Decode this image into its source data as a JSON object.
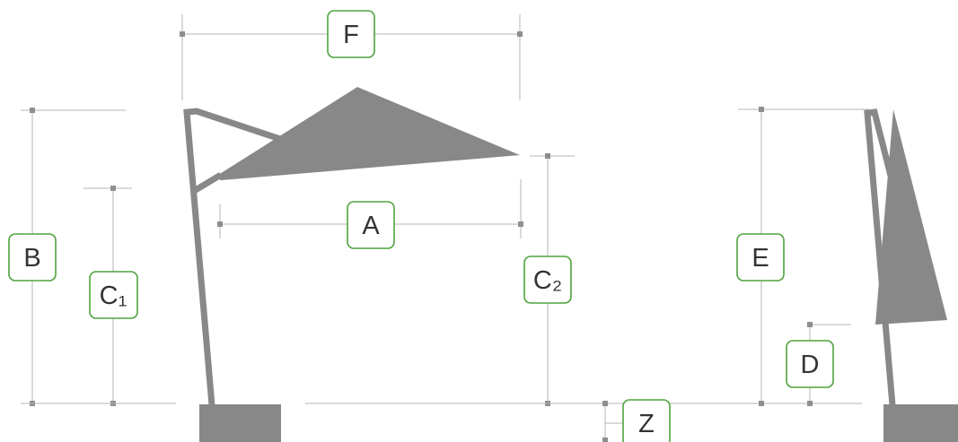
{
  "labels": {
    "F": "F",
    "B": "B",
    "C1": "C₁",
    "A": "A",
    "C2": "C₂",
    "E": "E",
    "D": "D",
    "Z": "Z"
  },
  "colors": {
    "label_border": "#4ea33d",
    "label_text": "#333333",
    "structure": "#888888",
    "dimension_line": "#b4b4b4"
  }
}
